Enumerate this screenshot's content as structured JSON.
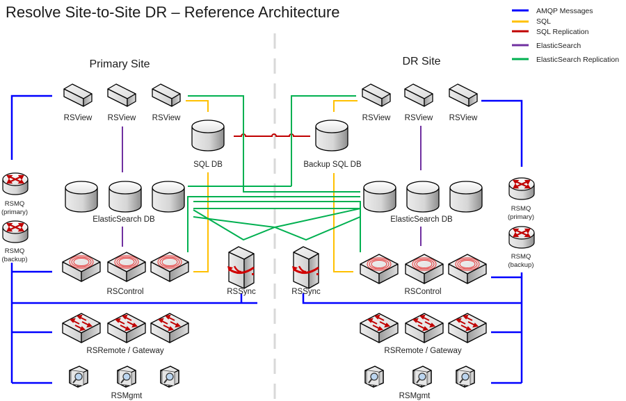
{
  "title": "Resolve Site-to-Site DR – Reference Architecture",
  "sites": {
    "primary": {
      "title": "Primary Site"
    },
    "dr": {
      "title": "DR Site"
    }
  },
  "legend": [
    {
      "label": "AMQP Messages",
      "color": "#0000ff"
    },
    {
      "label": "SQL",
      "color": "#ffc000"
    },
    {
      "label": "SQL Replication",
      "color": "#c00000"
    },
    {
      "label": "ElasticSearch",
      "color": "#7030a0"
    },
    {
      "label": "ElasticSearch Replication",
      "color": "#00b050"
    }
  ],
  "labels": {
    "rsview": "RSView",
    "sql_db": "SQL DB",
    "backup_sql_db": "Backup SQL DB",
    "elasticsearch_db": "ElasticSearch DB",
    "rsmq": "RSMQ",
    "rsmq_primary": "(primary)",
    "rsmq_backup": "(backup)",
    "rscontrol": "RSControl",
    "rssync": "RSSync",
    "rsremote": "RSRemote / Gateway",
    "rsmgmt": "RSMgmt"
  },
  "icons": {
    "server": "server-box-icon",
    "database": "database-cylinder-icon",
    "router": "router-icon",
    "control": "control-switch-icon",
    "sync": "sync-server-icon",
    "switch": "network-switch-icon",
    "mgmt": "management-console-icon"
  }
}
